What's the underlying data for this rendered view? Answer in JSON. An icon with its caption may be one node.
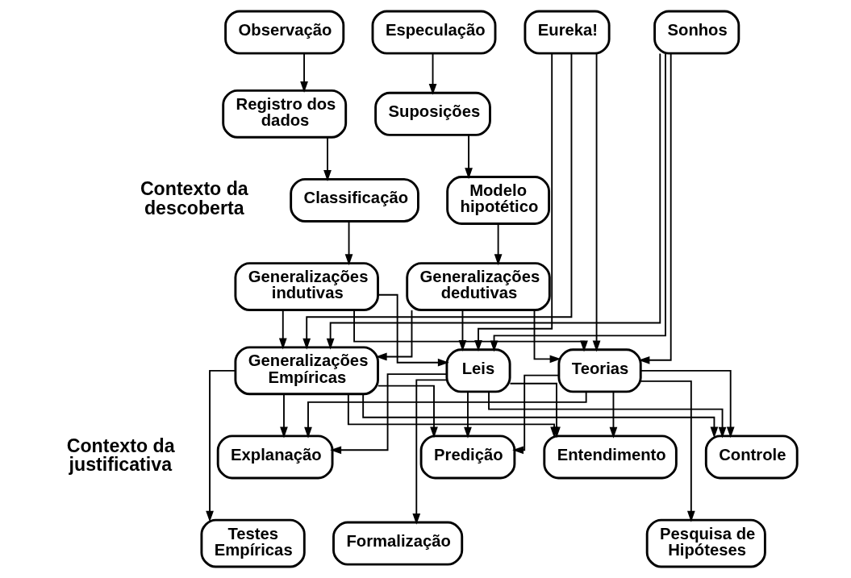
{
  "diagram": {
    "nodes": [
      {
        "text": [
          "Observação"
        ]
      },
      {
        "text": [
          "Especulação"
        ]
      },
      {
        "text": [
          "Eureka!"
        ]
      },
      {
        "text": [
          "Sonhos"
        ]
      },
      {
        "text": [
          "Registro dos dados"
        ]
      },
      {
        "text": [
          "Suposições"
        ]
      },
      {
        "text": [
          "Classificação"
        ]
      },
      {
        "text": [
          "Modelo hipotético"
        ]
      },
      {
        "text": [
          "Generalizações indutivas"
        ]
      },
      {
        "text": [
          "Generalizações dedutivas"
        ]
      },
      {
        "text": [
          "Generalizações Empíricas"
        ]
      },
      {
        "text": [
          "Leis"
        ]
      },
      {
        "text": [
          "Teorias"
        ]
      },
      {
        "text": [
          "Explanação"
        ]
      },
      {
        "text": [
          "Predição"
        ]
      },
      {
        "text": [
          "Entendimento"
        ]
      },
      {
        "text": [
          "Controle"
        ]
      },
      {
        "text": [
          "Testes Empíricas"
        ]
      },
      {
        "text": [
          "Formalização"
        ]
      },
      {
        "text": [
          "Pesquisa de Hipóteses"
        ]
      }
    ],
    "edges": [
      {
        "from": 0,
        "to": 4,
        "arrow": "to"
      },
      {
        "from": 4,
        "to": 6,
        "arrow": "to"
      },
      {
        "from": 6,
        "to": 8,
        "arrow": "to"
      },
      {
        "from": 1,
        "to": 5,
        "arrow": "to"
      },
      {
        "from": 5,
        "to": 7,
        "arrow": "to"
      },
      {
        "from": 7,
        "to": 9,
        "arrow": "to"
      },
      {
        "from": 8,
        "to": 10,
        "arrow": "to"
      },
      {
        "from": 8,
        "to": 11,
        "arrow": "to"
      },
      {
        "from": 8,
        "to": 12,
        "arrow": "to"
      },
      {
        "from": 9,
        "to": 10,
        "arrow": "to"
      },
      {
        "from": 9,
        "to": 11,
        "arrow": "to"
      },
      {
        "from": 9,
        "to": 12,
        "arrow": "to"
      },
      {
        "from": 2,
        "to": 10,
        "arrow": "to"
      },
      {
        "from": 2,
        "to": 11,
        "arrow": "to"
      },
      {
        "from": 2,
        "to": 12,
        "arrow": "to"
      },
      {
        "from": 3,
        "to": 10,
        "arrow": "to"
      },
      {
        "from": 3,
        "to": 11,
        "arrow": "to"
      },
      {
        "from": 3,
        "to": 12,
        "arrow": "to"
      },
      {
        "from": 10,
        "to": 13,
        "arrow": "to"
      },
      {
        "from": 10,
        "to": 14,
        "arrow": "to"
      },
      {
        "from": 10,
        "to": 15,
        "arrow": "to"
      },
      {
        "from": 10,
        "to": 16,
        "arrow": "to"
      },
      {
        "from": 11,
        "to": 13,
        "arrow": "to"
      },
      {
        "from": 11,
        "to": 14,
        "arrow": "to"
      },
      {
        "from": 11,
        "to": 15,
        "arrow": "to"
      },
      {
        "from": 11,
        "to": 16,
        "arrow": "to"
      },
      {
        "from": 12,
        "to": 13,
        "arrow": "to"
      },
      {
        "from": 12,
        "to": 14,
        "arrow": "to"
      },
      {
        "from": 12,
        "to": 15,
        "arrow": "to"
      },
      {
        "from": 12,
        "to": 16,
        "arrow": "to"
      },
      {
        "from": 10,
        "to": 17,
        "arrow": "to"
      },
      {
        "from": 11,
        "to": 18,
        "arrow": "to"
      },
      {
        "from": 12,
        "to": 19,
        "arrow": "to"
      }
    ],
    "labels": [
      "Contexto da descoberta",
      "Contexto da justificativa"
    ]
  }
}
